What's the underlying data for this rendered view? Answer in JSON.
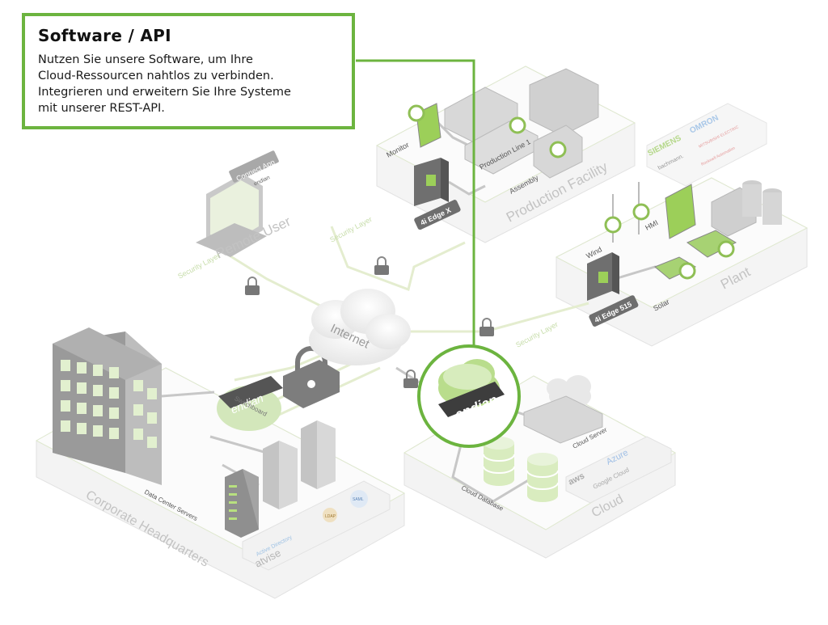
{
  "callout": {
    "title": "Software / API",
    "body": "Nutzen Sie unsere Software, um Ihre\nCloud-Ressourcen nahtlos zu verbinden.\nIntegrieren und erweitern Sie Ihre Systeme\nmit unserer REST-API."
  },
  "zones": {
    "remote_user": "Remote User",
    "production_facility": "Production Facility",
    "plant": "Plant",
    "corporate_hq": "Corporate Headquarters",
    "cloud": "Cloud"
  },
  "labels": {
    "connect_app": "Connect App",
    "endian_small": "endian",
    "monitor": "Monitor",
    "production_line": "Production Line 1",
    "assembly": "Assembly",
    "edge_x": "4i Edge X",
    "edge_515": "4i Edge 515",
    "wind": "Wind",
    "hmi": "HMI",
    "solar": "Solar",
    "internet": "Internet",
    "security_layer": "Security Layer",
    "switchboard": "Switchboard",
    "data_center_servers": "Data Center Servers",
    "cloud_server": "Cloud Server",
    "cloud_database": "Cloud Database",
    "endian_logo": "endian"
  },
  "brands": {
    "siemens": "SIEMENS",
    "omron": "OMRON",
    "bachmann": "bachmann.",
    "mitsubishi": "MITSUBISHI ELECTRIC",
    "rockwell": "Rockwell Automation",
    "aws": "aws",
    "azure": "Azure",
    "google_cloud": "Google Cloud",
    "active_directory": "Active Directory",
    "atvise": "atvise",
    "ldap": "LDAP",
    "saml": "SAML"
  },
  "colors": {
    "accent_green": "#6cb43f",
    "light_green": "#d9e9c1",
    "grey": "#d7d7d7"
  }
}
